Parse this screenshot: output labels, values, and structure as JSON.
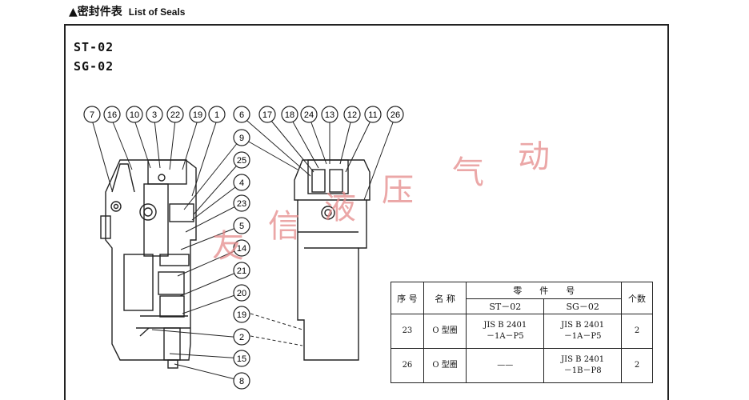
{
  "heading": {
    "marker": "▲",
    "title_zh": "密封件表",
    "title_en": "List of Seals"
  },
  "models": [
    "ST-02",
    "SG-02"
  ],
  "callouts": {
    "top_left": [
      "7",
      "16",
      "10",
      "3",
      "22",
      "19",
      "1"
    ],
    "middle": [
      "9",
      "25",
      "4",
      "23",
      "5",
      "14",
      "21",
      "20",
      "19",
      "2",
      "15",
      "8"
    ],
    "top_right": [
      "6",
      "17",
      "18",
      "24",
      "13",
      "12",
      "11",
      "26"
    ]
  },
  "watermark": [
    "友",
    "信",
    "液",
    "压",
    "气",
    "动"
  ],
  "table": {
    "header": {
      "no": "序 号",
      "name": "名 称",
      "part_no": "零　　件　　号",
      "st": "ST－02",
      "sg": "SG－02",
      "qty": "个数"
    },
    "rows": [
      {
        "no": "23",
        "name": "O 型圈",
        "st_1": "JIS B 2401",
        "st_2": "－1A－P5",
        "sg_1": "JIS B 2401",
        "sg_2": "－1A－P5",
        "qty": "2"
      },
      {
        "no": "26",
        "name": "O 型圈",
        "st_1": "——",
        "st_2": "",
        "sg_1": "JIS B 2401",
        "sg_2": "－1B－P8",
        "qty": "2"
      }
    ]
  }
}
